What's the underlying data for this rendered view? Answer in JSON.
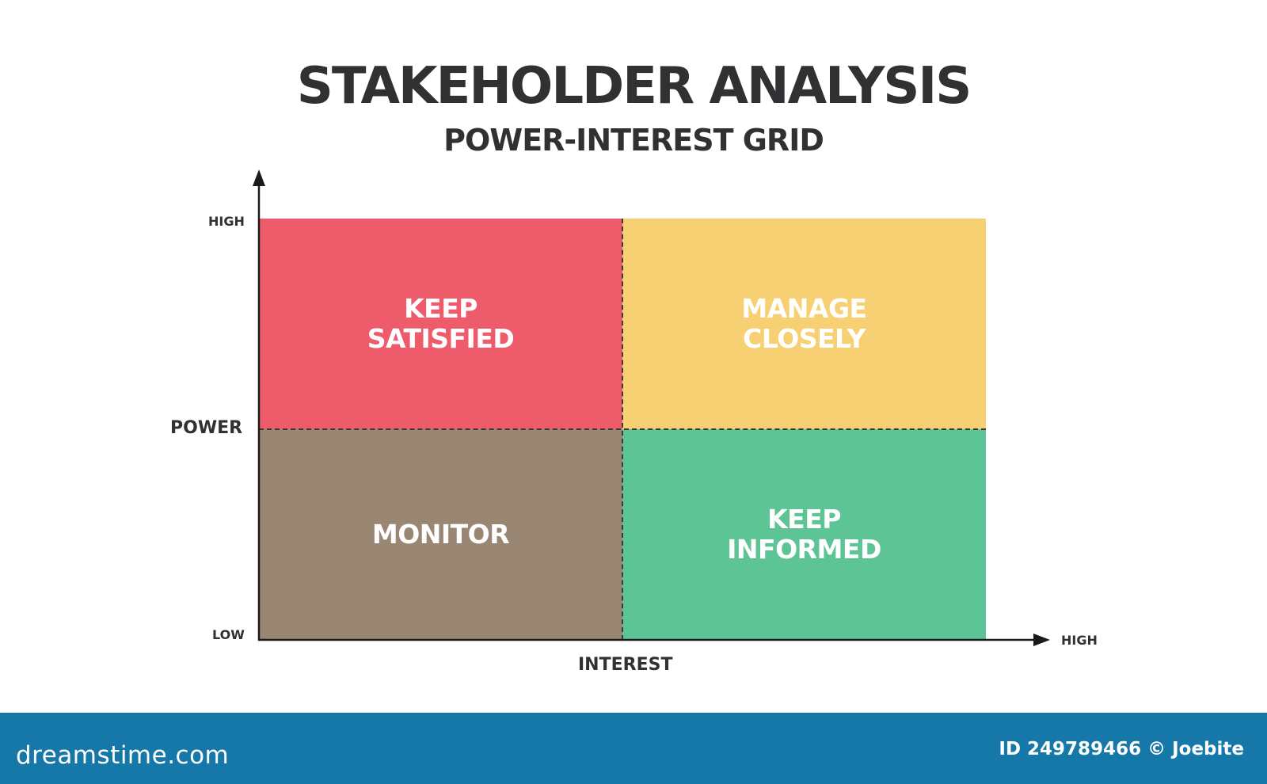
{
  "header": {
    "title": "STAKEHOLDER ANALYSIS",
    "subtitle": "POWER-INTEREST GRID"
  },
  "grid": {
    "quadrants": [
      {
        "position": "top-left",
        "label": "KEEP\nSATISFIED",
        "color": "#ee5b6b"
      },
      {
        "position": "top-right",
        "label": "MANAGE\nCLOSELY",
        "color": "#f7d074"
      },
      {
        "position": "bottom-left",
        "label": "MONITOR",
        "color": "#998673"
      },
      {
        "position": "bottom-right",
        "label": "KEEP\nINFORMED",
        "color": "#5dc495"
      }
    ]
  },
  "axes": {
    "y_high": "HIGH",
    "y_label": "POWER",
    "origin_low": "LOW",
    "x_label": "INTEREST",
    "x_high": "HIGH"
  },
  "footer": {
    "brand": "dreamstime.com",
    "image_id": "ID 249789466 © Joebite",
    "background": "#1677a9"
  }
}
